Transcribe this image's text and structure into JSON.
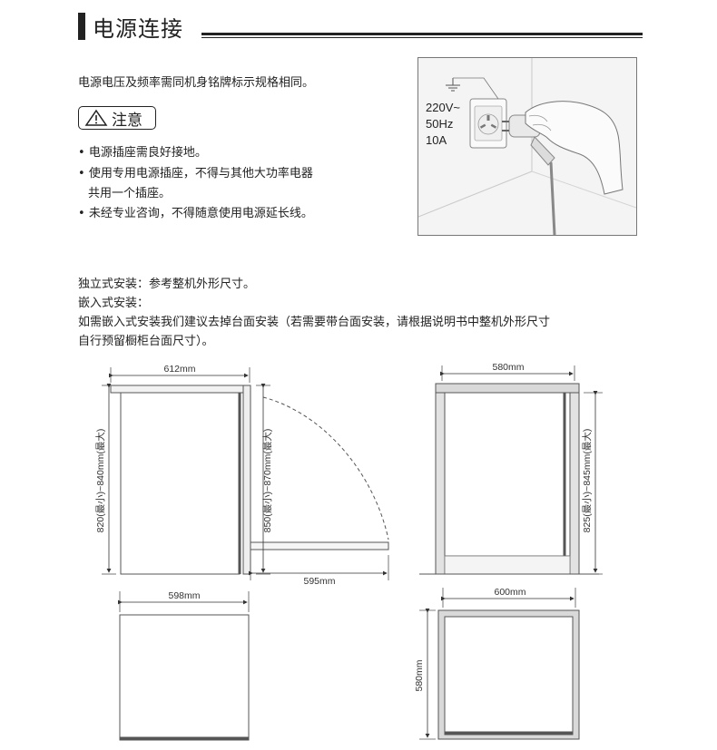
{
  "title": "电源连接",
  "power_note": "电源电压及频率需同机身铭牌标示规格相同。",
  "caution": {
    "label": "注意",
    "items": [
      "电源插座需良好接地。",
      "使用专用电源插座，不得与其他大功率电器",
      "共用一个插座。",
      "未经专业咨询，不得随意使用电源延长线。"
    ]
  },
  "outlet_spec": [
    "220V~",
    "50Hz",
    "10A"
  ],
  "install": {
    "freestanding": "独立式安装：参考整机外形尺寸。",
    "builtin_title": "嵌入式安装：",
    "builtin_line1": "如需嵌入式安装我们建议去掉台面安装（若需要带台面安装，请根据说明书中整机外形尺寸",
    "builtin_line2": "自行预留橱柜台面尺寸）。"
  },
  "dimensions": {
    "freestanding_width": "612mm",
    "freestanding_height": "820(最小)~840mm(最大)",
    "door_height": "850(最小)~870mm(最大)",
    "door_open_depth": "595mm",
    "freestanding_top_width": "598mm",
    "builtin_width": "580mm",
    "builtin_height": "825(最小)~845mm(最大)",
    "builtin_top_width": "600mm",
    "builtin_top_depth": "580mm"
  },
  "icons": {
    "caution": "warning-triangle-icon",
    "ground": "ground-symbol-icon",
    "bullet": "bullet-dot-icon"
  }
}
